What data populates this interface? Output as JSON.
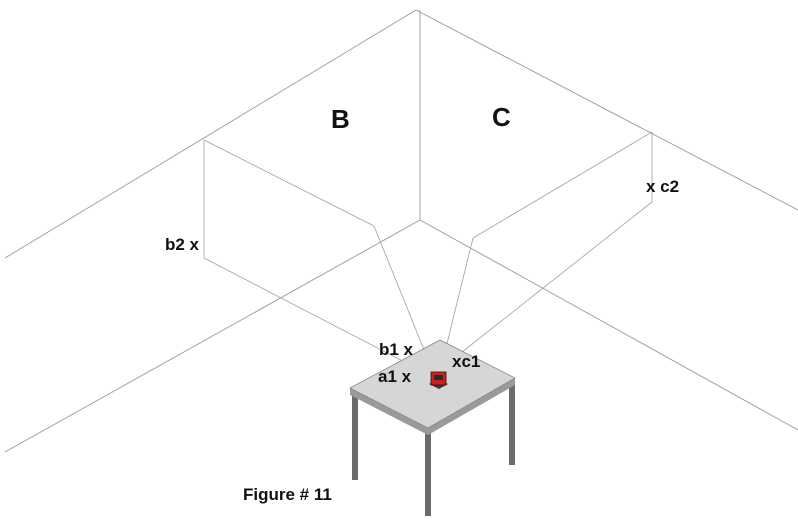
{
  "figure": {
    "caption": "Figure # 11",
    "walls": [
      {
        "id": "B",
        "label": "B"
      },
      {
        "id": "C",
        "label": "C"
      }
    ],
    "points": [
      {
        "id": "b2",
        "label": "b2 x"
      },
      {
        "id": "c2",
        "label": "x c2"
      },
      {
        "id": "b1",
        "label": "b1 x"
      },
      {
        "id": "c1",
        "label": "xc1"
      },
      {
        "id": "a1",
        "label": "a1 x"
      }
    ],
    "colors": {
      "lines": "#9a9a9a",
      "table_top": "#d6d6d6",
      "table_legs": "#6b6b6b",
      "laser_body": "#cc1f1f",
      "text": "#111111"
    },
    "icons": {
      "laser": "laser-level-icon",
      "table": "table-icon"
    }
  }
}
